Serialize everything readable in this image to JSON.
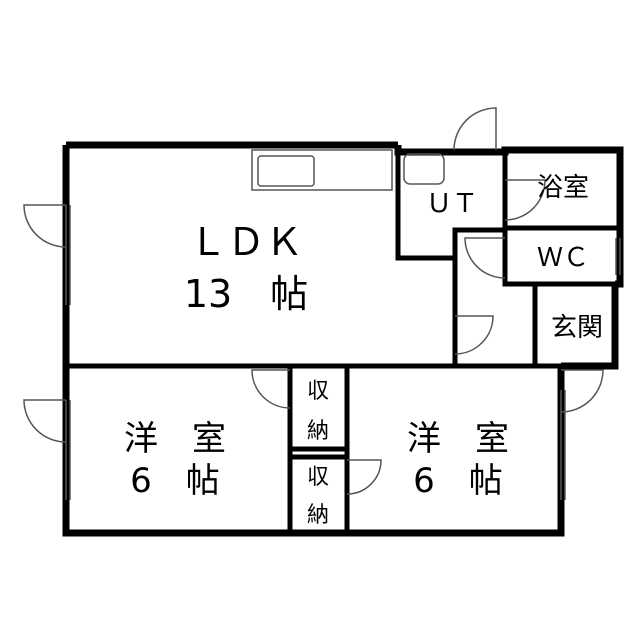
{
  "rooms": {
    "ldk_name": "ＬＤＫ",
    "ldk_size": "13　帖",
    "ut": "ＵＴ",
    "bath": "浴室",
    "wc": "ＷＣ",
    "entrance": "玄関",
    "western_left_name": "洋　室",
    "western_left_size": "6　帖",
    "western_right_name": "洋　室",
    "western_right_size": "6　帖",
    "storage_top_1": "収",
    "storage_top_2": "納",
    "storage_bottom_1": "収",
    "storage_bottom_2": "納"
  },
  "colors": {
    "wall": "#000000",
    "thin_line": "#555555",
    "background": "#ffffff"
  }
}
